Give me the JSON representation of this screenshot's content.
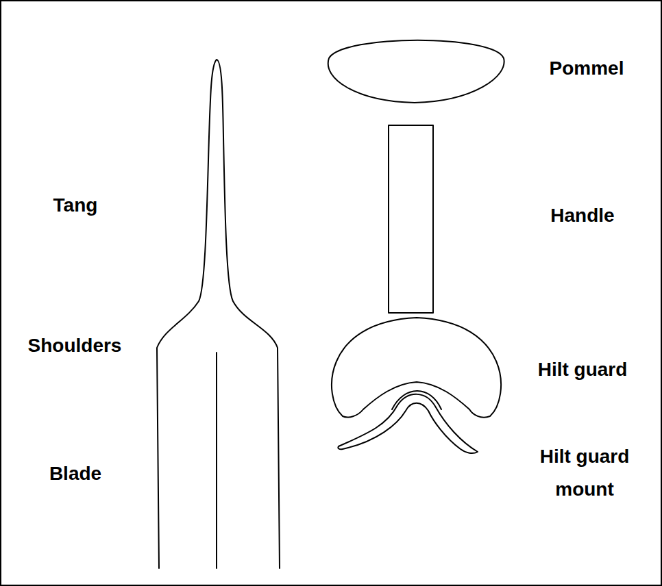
{
  "diagram": {
    "labels": [
      "Pommel",
      "Tang",
      "Handle",
      "Shoulders",
      "Hilt guard",
      "Hilt guard mount",
      "Blade"
    ]
  }
}
